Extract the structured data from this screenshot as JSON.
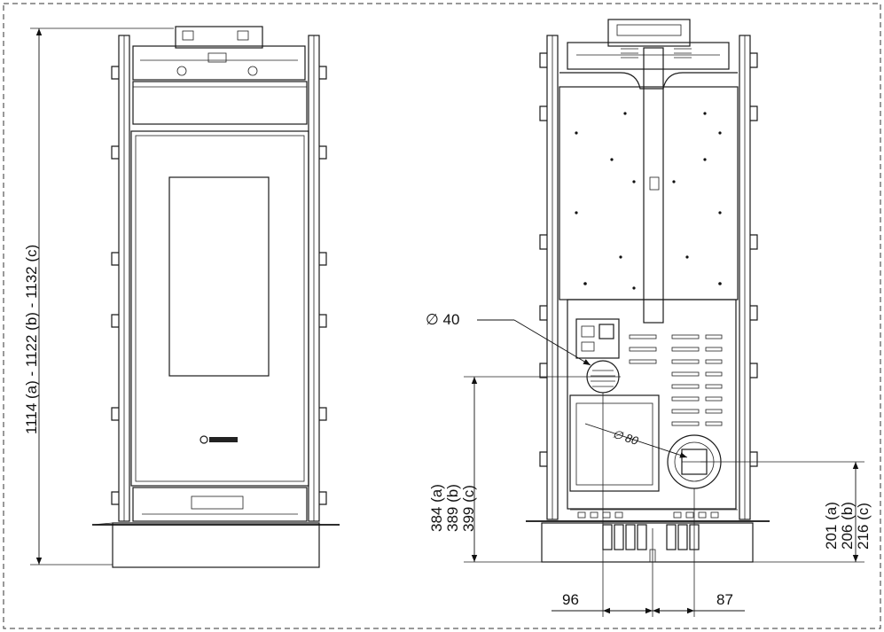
{
  "dimensions": {
    "height": "1114  (a) - 1122 (b) - 1132 (c)",
    "pipe_small": "∅ 40",
    "pipe_large": "∅ 80",
    "height_small_pipe": [
      "384  (a)",
      "389  (b)",
      "399  (c)"
    ],
    "height_large_pipe": [
      "201  (a)",
      "206  (b)",
      "216  (c)"
    ],
    "offset_left": "96",
    "offset_right": "87"
  },
  "colors": {
    "line": "#1a1a1a",
    "border": "#333333",
    "background": "#ffffff"
  }
}
